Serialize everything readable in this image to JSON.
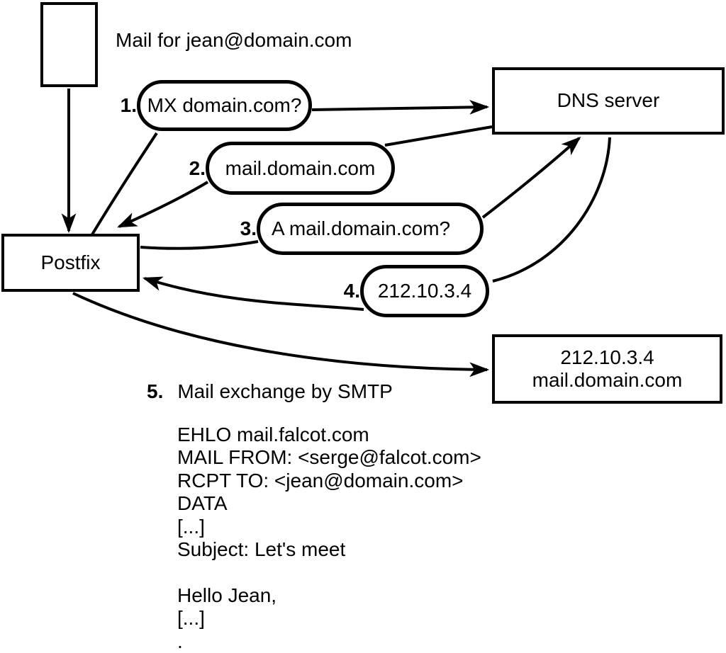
{
  "mail_note": "Mail for jean@domain.com",
  "nodes": {
    "postfix": "Postfix",
    "dns_server": "DNS server",
    "mail_server": {
      "line1": "212.10.3.4",
      "line2": "mail.domain.com"
    }
  },
  "steps": [
    {
      "num": "1.",
      "label": "MX domain.com?"
    },
    {
      "num": "2.",
      "label": "mail.domain.com"
    },
    {
      "num": "3.",
      "label": "A mail.domain.com?"
    },
    {
      "num": "4.",
      "label": "212.10.3.4"
    },
    {
      "num": "5.",
      "label": "Mail exchange by SMTP"
    }
  ],
  "smtp_session": {
    "lines": [
      "EHLO mail.falcot.com",
      "MAIL FROM: <serge@falcot.com>",
      "RCPT TO: <jean@domain.com>",
      "DATA",
      "[...]",
      "Subject: Let's meet",
      "",
      "Hello Jean,",
      "[...]",
      "."
    ]
  },
  "colors": {
    "stroke": "#000000",
    "background": "#ffffff"
  }
}
